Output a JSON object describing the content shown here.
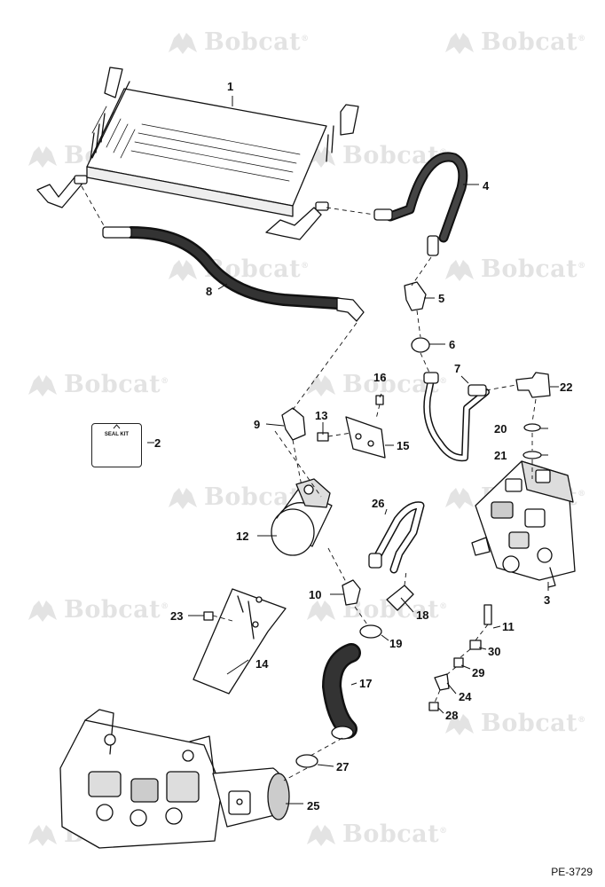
{
  "diagram": {
    "watermark_text": "Bobcat",
    "watermark_mark": "®",
    "seal_kit_label": "SEAL KIT",
    "drawing_code": "PE-3729",
    "callouts": {
      "c1": "1",
      "c2": "2",
      "c3": "3",
      "c4": "4",
      "c5": "5",
      "c6": "6",
      "c7": "7",
      "c8": "8",
      "c9": "9",
      "c10": "10",
      "c11": "11",
      "c12": "12",
      "c13": "13",
      "c14": "14",
      "c15": "15",
      "c16": "16",
      "c17": "17",
      "c18": "18",
      "c19": "19",
      "c20": "20",
      "c21": "21",
      "c22": "22",
      "c23": "23",
      "c24": "24",
      "c25": "25",
      "c26": "26",
      "c27": "27",
      "c28": "28",
      "c29": "29",
      "c30": "30"
    }
  }
}
